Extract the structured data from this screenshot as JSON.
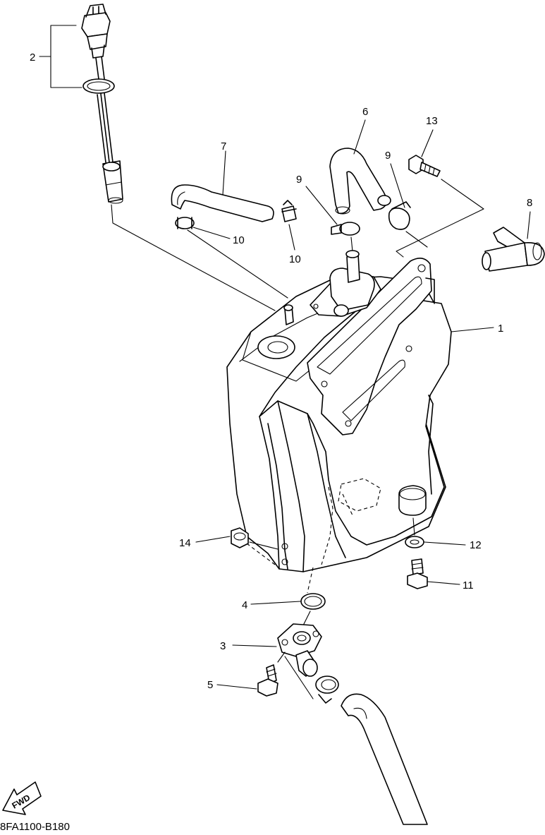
{
  "diagram_code": "8FA1100-B180",
  "direction_arrow_label": "FWD",
  "callouts": {
    "c1": "1",
    "c2": "2",
    "c3": "3",
    "c4": "4",
    "c5": "5",
    "c6": "6",
    "c7": "7",
    "c8": "8",
    "c9a": "9",
    "c9b": "9",
    "c10a": "10",
    "c10b": "10",
    "c11": "11",
    "c12": "12",
    "c13": "13",
    "c14": "14"
  },
  "colors": {
    "ink": "#000000",
    "paper": "#ffffff"
  }
}
